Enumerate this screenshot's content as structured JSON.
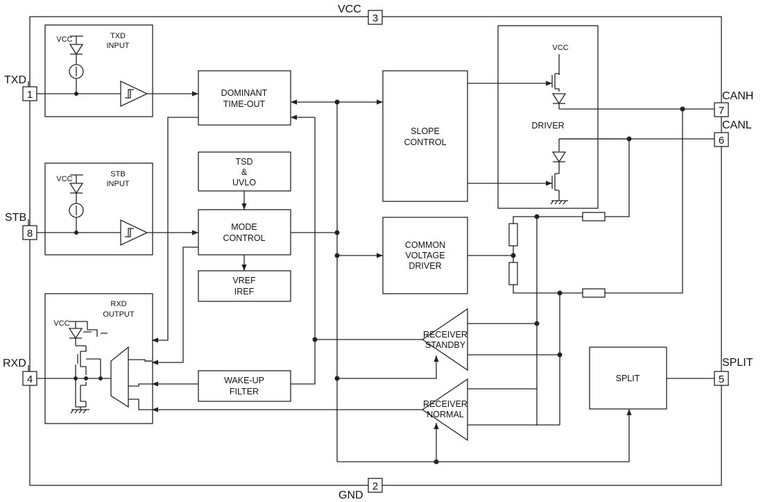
{
  "pins": {
    "vcc": {
      "name": "VCC",
      "num": "3"
    },
    "gnd": {
      "name": "GND",
      "num": "2"
    },
    "txd": {
      "name": "TXD",
      "num": "1"
    },
    "stb": {
      "name": "STB",
      "num": "8"
    },
    "rxd": {
      "name": "RXD",
      "num": "4"
    },
    "canh": {
      "name": "CANH",
      "num": "7"
    },
    "canl": {
      "name": "CANL",
      "num": "6"
    },
    "split": {
      "name": "SPLIT",
      "num": "5"
    }
  },
  "blocks": {
    "txd_input": {
      "line1": "TXD",
      "line2": "INPUT"
    },
    "stb_input": {
      "line1": "STB",
      "line2": "INPUT"
    },
    "rxd_output": {
      "line1": "RXD",
      "line2": "OUTPUT"
    },
    "dominant_timeout": {
      "line1": "DOMINANT",
      "line2": "TIME-OUT"
    },
    "tsd_uvlo": {
      "line1": "TSD",
      "line2": "&",
      "line3": "UVLO"
    },
    "mode_control": {
      "line1": "MODE",
      "line2": "CONTROL"
    },
    "vref_iref": {
      "line1": "VREF",
      "line2": "IREF"
    },
    "wakeup_filter": {
      "line1": "WAKE-UP",
      "line2": "FILTER"
    },
    "slope_control": {
      "line1": "SLOPE",
      "line2": "CONTROL"
    },
    "common_voltage_driver": {
      "line1": "COMMON",
      "line2": "VOLTAGE",
      "line3": "DRIVER"
    },
    "driver": {
      "label": "DRIVER",
      "vcc": "VCC"
    },
    "receiver_standby": {
      "line1": "RECEIVER",
      "line2": "STANDBY"
    },
    "receiver_normal": {
      "line1": "RECEIVER",
      "line2": "NORMAL"
    },
    "split_block": {
      "label": "SPLIT"
    }
  },
  "vcc_small": "VCC"
}
